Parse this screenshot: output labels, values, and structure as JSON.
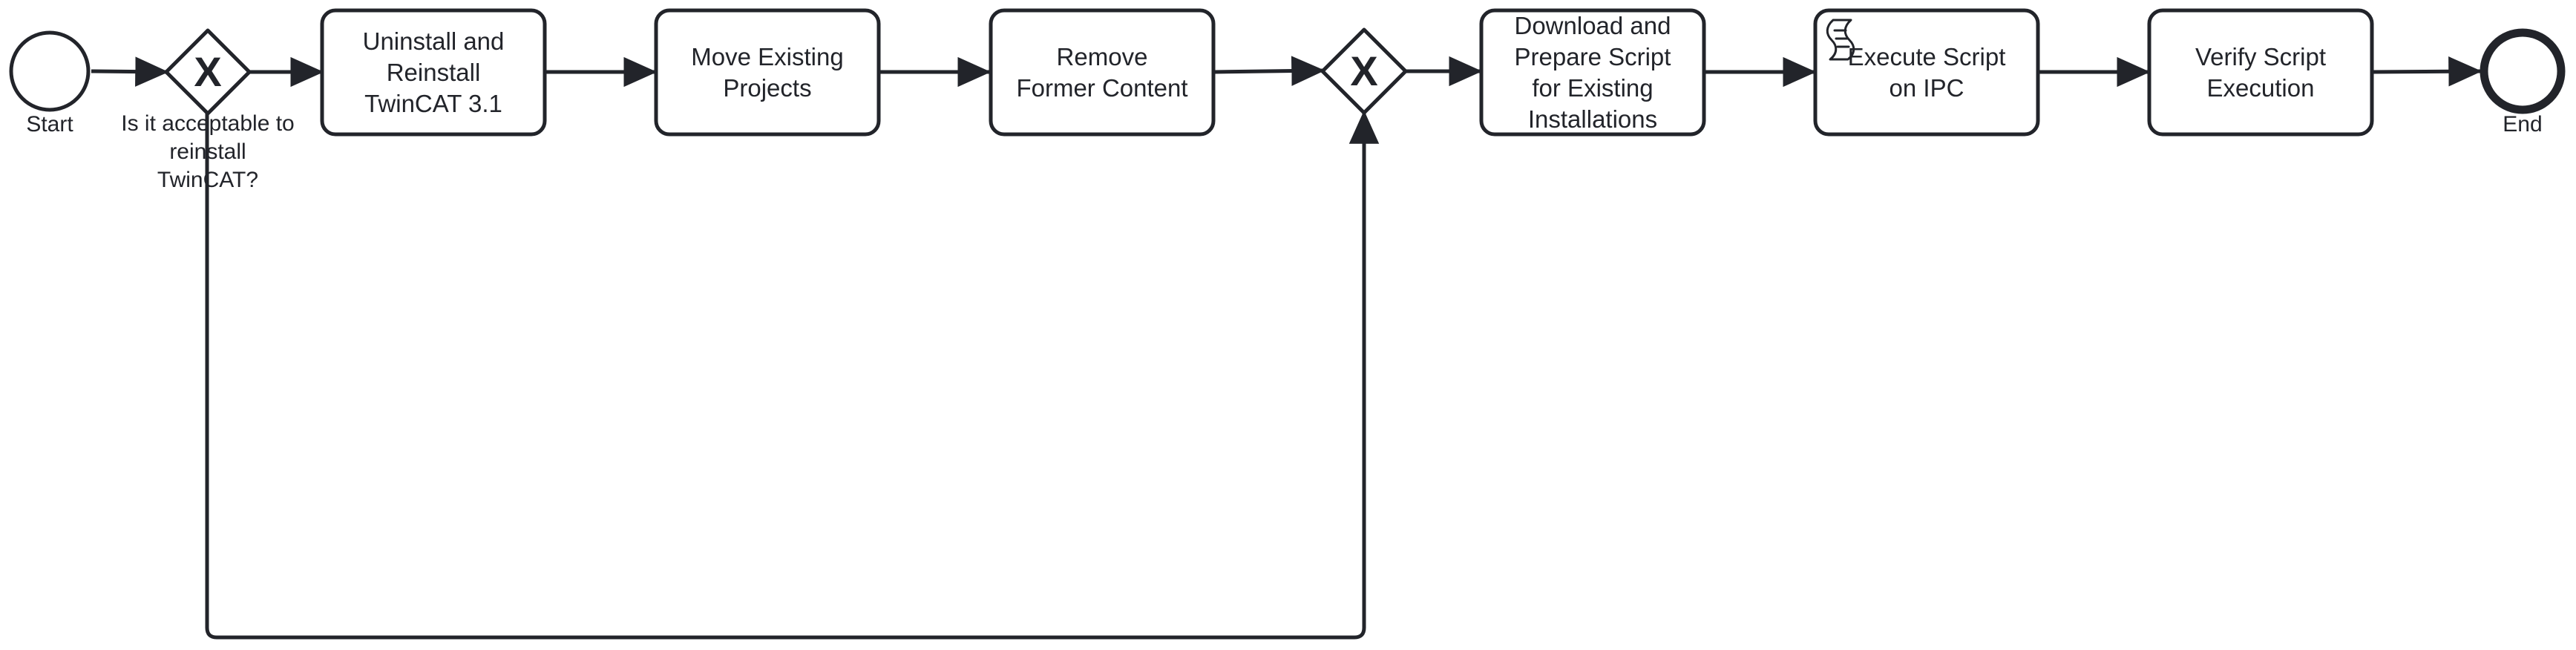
{
  "diagram": {
    "stroke_color": "#22242a",
    "background": "#ffffff",
    "events": [
      {
        "id": "start",
        "label": "Start",
        "kind": "start"
      },
      {
        "id": "end",
        "label": "End",
        "kind": "end"
      }
    ],
    "gateways": [
      {
        "id": "gw1",
        "symbol": "X",
        "label": "Is it acceptable to\nreinstall\nTwinCAT?"
      },
      {
        "id": "gw2",
        "symbol": "X",
        "label": ""
      }
    ],
    "tasks": [
      {
        "id": "t1",
        "label": "Uninstall and\nReinstall\nTwinCAT 3.1",
        "icon": ""
      },
      {
        "id": "t2",
        "label": "Move Existing\nProjects",
        "icon": ""
      },
      {
        "id": "t3",
        "label": "Remove\nFormer Content",
        "icon": ""
      },
      {
        "id": "t4",
        "label": "Download and\nPrepare Script\nfor Existing\nInstallations",
        "icon": ""
      },
      {
        "id": "t5",
        "label": "Execute Script\non IPC",
        "icon": "script-icon"
      },
      {
        "id": "t6",
        "label": "Verify Script\nExecution",
        "icon": ""
      }
    ],
    "flows": [
      [
        "start",
        "gw1"
      ],
      [
        "gw1",
        "t1"
      ],
      [
        "t1",
        "t2"
      ],
      [
        "t2",
        "t3"
      ],
      [
        "t3",
        "gw2"
      ],
      [
        "gw1",
        "gw2"
      ],
      [
        "gw2",
        "t4"
      ],
      [
        "t4",
        "t5"
      ],
      [
        "t5",
        "t6"
      ],
      [
        "t6",
        "end"
      ]
    ]
  }
}
